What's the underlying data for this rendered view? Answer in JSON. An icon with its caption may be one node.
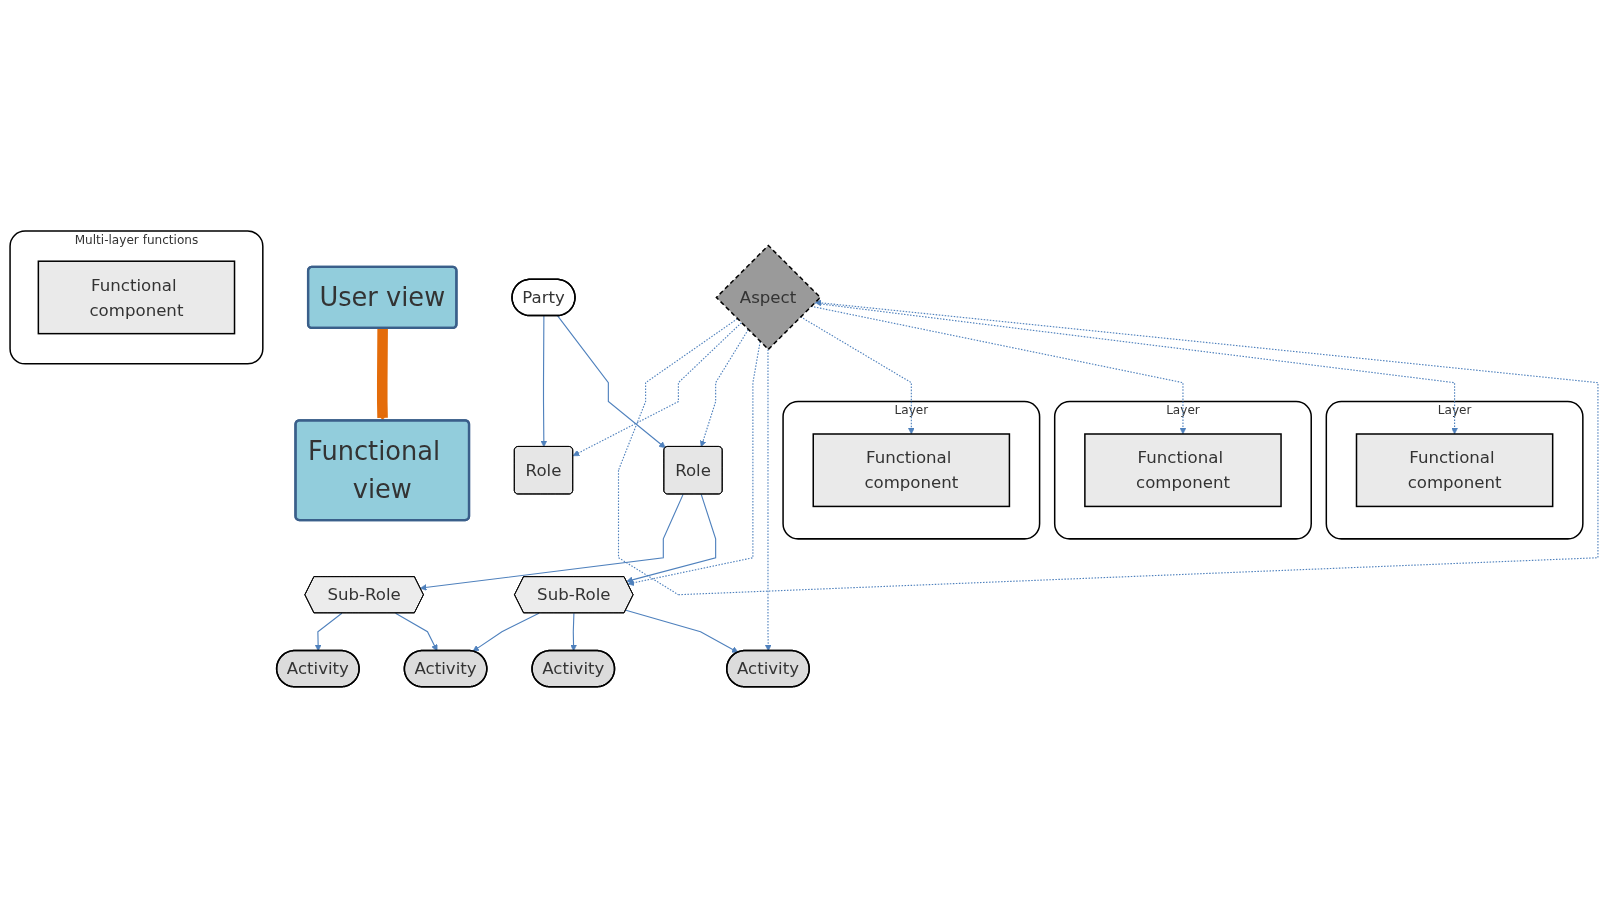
{
  "diagram": {
    "nodes": [
      {
        "text": [
          "Party"
        ]
      },
      {
        "text": [
          "Aspect"
        ]
      },
      {
        "text": [
          "Role"
        ]
      },
      {
        "text": [
          "Role"
        ]
      },
      {
        "text": [
          "Sub-Role"
        ]
      },
      {
        "text": [
          "Sub-Role"
        ]
      },
      {
        "text": [
          "Activity"
        ]
      },
      {
        "text": [
          "Activity"
        ]
      },
      {
        "text": [
          "Activity"
        ]
      },
      {
        "text": [
          "Activity"
        ]
      },
      {
        "text": [
          "Layer"
        ]
      },
      {
        "text": [
          "Functional component"
        ],
        "in": 10
      },
      {
        "text": [
          "Layer"
        ]
      },
      {
        "text": [
          "Functional component"
        ],
        "in": 12
      },
      {
        "text": [
          "Layer"
        ]
      },
      {
        "text": [
          "Functional component"
        ],
        "in": 14
      },
      {
        "text": [
          "Multi-layer functions"
        ]
      },
      {
        "text": [
          "Functional component"
        ],
        "in": 16
      },
      {
        "text": [
          "User  view"
        ]
      },
      {
        "text": [
          "Functional  view"
        ]
      }
    ],
    "edges": [
      {
        "from": 0,
        "to": 2,
        "arrow": "to"
      },
      {
        "from": 0,
        "to": 3,
        "arrow": "to"
      },
      {
        "from": 1,
        "to": 1,
        "arrow": "to",
        "style": "dashed"
      },
      {
        "from": 1,
        "to": 2,
        "arrow": "to",
        "style": "dashed"
      },
      {
        "from": 1,
        "to": 3,
        "arrow": "to",
        "style": "dashed"
      },
      {
        "from": 1,
        "to": 5,
        "arrow": "to",
        "style": "dashed"
      },
      {
        "from": 1,
        "to": 9,
        "arrow": "to",
        "style": "dashed"
      },
      {
        "from": 1,
        "to": 11,
        "arrow": "to",
        "style": "dashed"
      },
      {
        "from": 1,
        "to": 13,
        "arrow": "to",
        "style": "dashed"
      },
      {
        "from": 1,
        "to": 15,
        "arrow": "to",
        "style": "dashed"
      },
      {
        "from": 3,
        "to": 4,
        "arrow": "to"
      },
      {
        "from": 3,
        "to": 5,
        "arrow": "to"
      },
      {
        "from": 4,
        "to": 6,
        "arrow": "to"
      },
      {
        "from": 4,
        "to": 7,
        "arrow": "to"
      },
      {
        "from": 5,
        "to": 7,
        "arrow": "to"
      },
      {
        "from": 5,
        "to": 8,
        "arrow": "to"
      },
      {
        "from": 5,
        "to": 9,
        "arrow": "to"
      },
      {
        "from": 18,
        "to": 19,
        "arrow": "to",
        "style": "thick",
        "color": "#e46c0a"
      }
    ]
  }
}
